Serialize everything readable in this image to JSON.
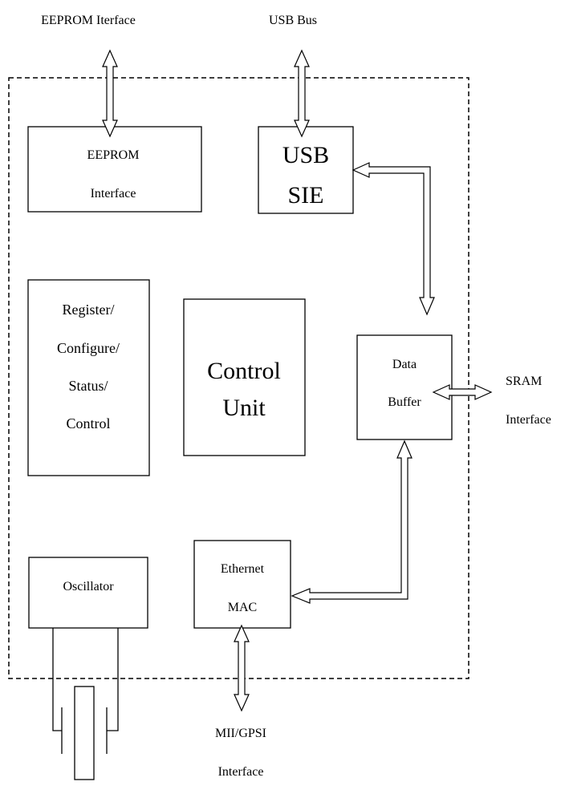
{
  "external": {
    "eeprom_interface": "EEPROM Iterface",
    "usb_bus": "USB Bus",
    "sram_line1": "SRAM",
    "sram_line2": "Interface",
    "mii_line1": "MII/GPSI",
    "mii_line2": "Interface"
  },
  "blocks": {
    "eeprom": {
      "line1": "EEPROM",
      "line2": "Interface"
    },
    "usb_sie": {
      "line1": "USB",
      "line2": "SIE"
    },
    "register": {
      "line1": "Register/",
      "line2": "Configure/",
      "line3": "Status/",
      "line4": "Control"
    },
    "control_unit": {
      "line1": "Control",
      "line2": "Unit"
    },
    "data_buffer": {
      "line1": "Data",
      "line2": "Buffer"
    },
    "oscillator": {
      "line1": "Oscillator"
    },
    "ethernet_mac": {
      "line1": "Ethernet",
      "line2": "MAC"
    }
  }
}
